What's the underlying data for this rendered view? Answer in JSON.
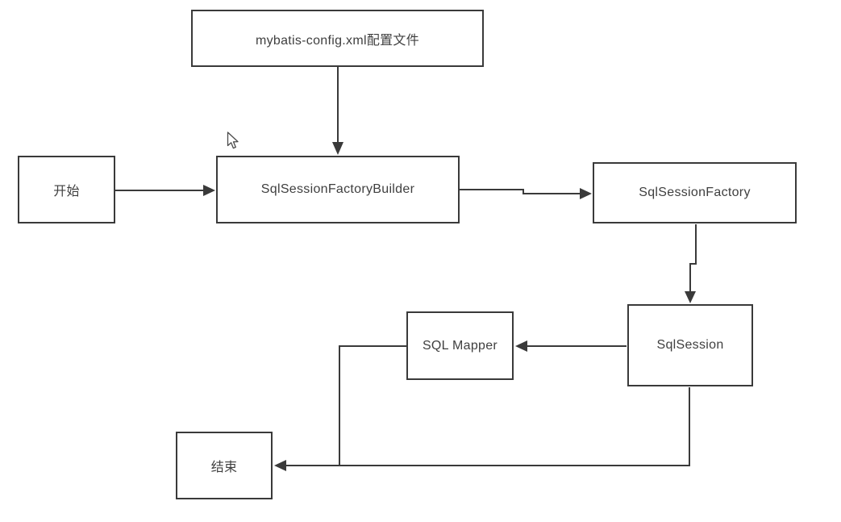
{
  "diagram": {
    "title": "MyBatis flow diagram",
    "nodes": {
      "config": {
        "label": "mybatis-config.xml配置文件"
      },
      "start": {
        "label": "开始"
      },
      "builder": {
        "label": "SqlSessionFactoryBuilder"
      },
      "factory": {
        "label": "SqlSessionFactory"
      },
      "session": {
        "label": "SqlSession"
      },
      "mapper": {
        "label": "SQL Mapper"
      },
      "end": {
        "label": "结束"
      }
    },
    "edges": [
      {
        "from": "config",
        "to": "builder",
        "style": "arrow"
      },
      {
        "from": "start",
        "to": "builder",
        "style": "arrow"
      },
      {
        "from": "builder",
        "to": "factory",
        "style": "arrow"
      },
      {
        "from": "factory",
        "to": "session",
        "style": "arrow"
      },
      {
        "from": "session",
        "to": "mapper",
        "style": "arrow"
      },
      {
        "from": "mapper",
        "to": "end",
        "style": "line-join"
      },
      {
        "from": "session",
        "to": "end",
        "style": "arrow"
      }
    ],
    "colors": {
      "line": "#3a3a3a",
      "text": "#3f3f3f",
      "node_bg": "#ffffff",
      "canvas_bg": "#ffffff"
    }
  }
}
